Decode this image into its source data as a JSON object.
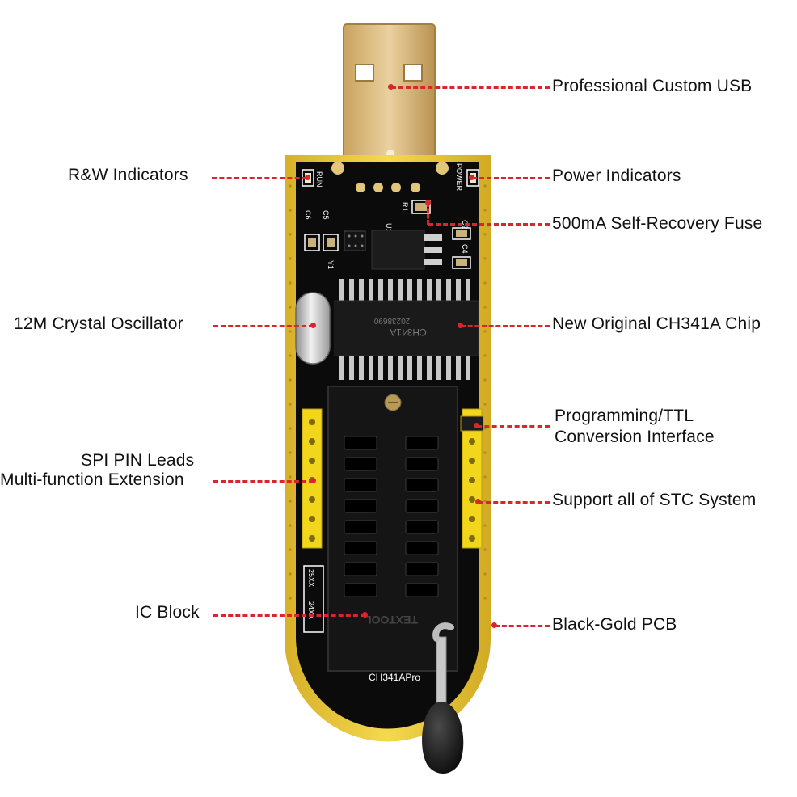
{
  "labels": {
    "left": {
      "rw": "R&W Indicators",
      "crystal": "12M Crystal Oscillator",
      "spi_line1": "SPI PIN Leads",
      "spi_line2": "Multi-function Extension",
      "ic_block": "IC Block"
    },
    "right": {
      "usb": "Professional Custom USB",
      "power": "Power Indicators",
      "fuse": "500mA Self-Recovery Fuse",
      "chip": "New Original CH341A Chip",
      "ttl_line1": "Programming/TTL",
      "ttl_line2": "Conversion Interface",
      "stc": "Support all of STC System",
      "pcb": "Black-Gold PCB"
    }
  },
  "board_text": {
    "run": "RUN",
    "power": "POWER",
    "c6": "C6",
    "c5": "C5",
    "r1": "R1",
    "u1": "U1",
    "c2": "C2",
    "c4": "C4",
    "y1": "Y1",
    "chip_top": "CH341A",
    "chip_code": "20238690",
    "eeprom_25": "25XX",
    "eeprom_24": "24XX",
    "textool": "TEXTOOL",
    "model": "CH341APro"
  },
  "colors": {
    "leader": "#d8262a",
    "pcb": "#0b0b0b",
    "gold": "#e6c233",
    "usb": "#d6b574",
    "header_pin": "#f2d61c"
  }
}
